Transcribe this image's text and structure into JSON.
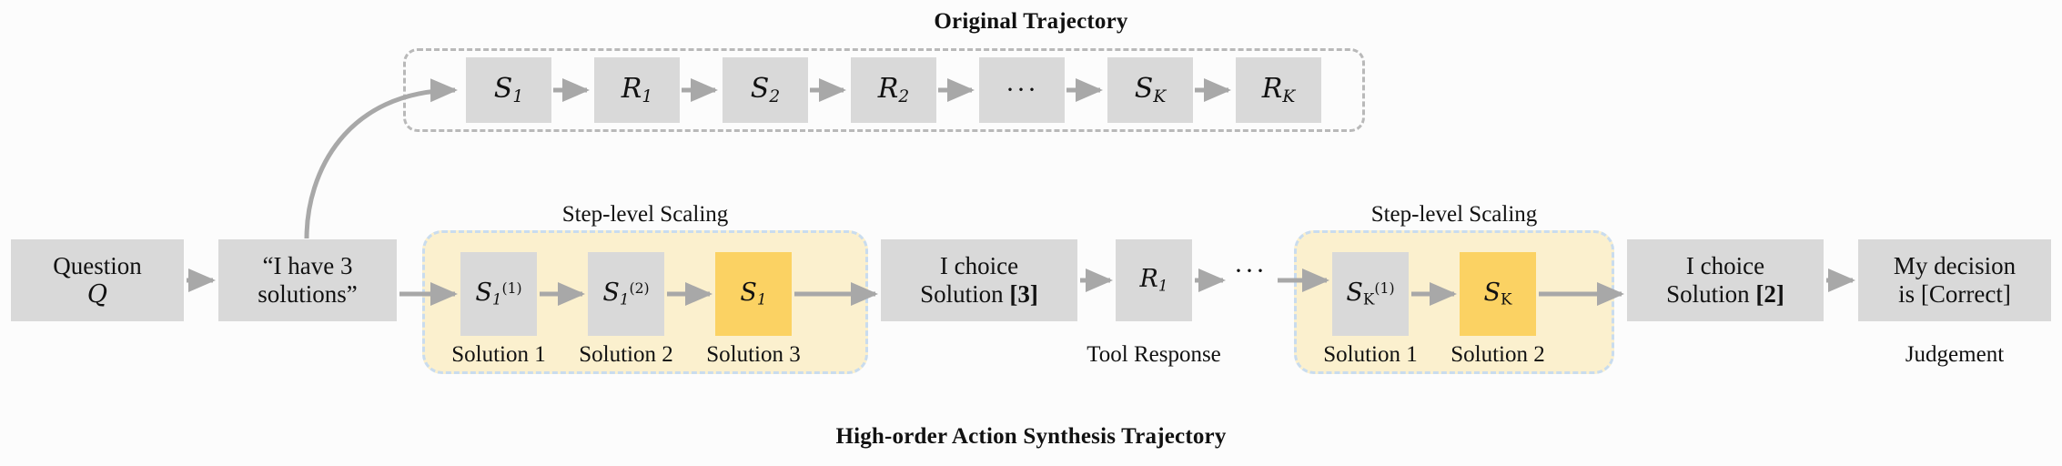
{
  "figure": {
    "top_title": "Original Trajectory",
    "bottom_title": "High-order Action Synthesis Trajectory"
  },
  "original_trajectory": {
    "nodes": [
      {
        "name": "S1",
        "base": "S",
        "sub": "1",
        "sup": ""
      },
      {
        "name": "R1",
        "base": "R",
        "sub": "1",
        "sup": ""
      },
      {
        "name": "S2",
        "base": "S",
        "sub": "2",
        "sup": ""
      },
      {
        "name": "R2",
        "base": "R",
        "sub": "2",
        "sup": ""
      },
      {
        "name": "ellipsis",
        "base": "···",
        "sub": "",
        "sup": ""
      },
      {
        "name": "SK",
        "base": "S",
        "sub": "K",
        "sup": ""
      },
      {
        "name": "RK",
        "base": "R",
        "sub": "K",
        "sup": ""
      }
    ]
  },
  "synthesis_trajectory": {
    "question": {
      "line1": "Question",
      "line2": "Q"
    },
    "quote": {
      "line1": "“I have 3",
      "line2": "solutions”"
    },
    "group1": {
      "heading": "Step-level Scaling",
      "steps": [
        {
          "base": "S",
          "sub": "1",
          "sup": "(1)",
          "highlight": false,
          "caption": "Solution 1"
        },
        {
          "base": "S",
          "sub": "1",
          "sup": "(2)",
          "highlight": false,
          "caption": "Solution 2"
        },
        {
          "base": "S",
          "sub": "1",
          "sup": "",
          "highlight": true,
          "caption": "Solution 3"
        }
      ]
    },
    "choice1": {
      "line1": "I choice",
      "line2": "Solution ",
      "bold": "[3]"
    },
    "tool_response": {
      "base": "R",
      "sub": "1",
      "caption": "Tool Response"
    },
    "mid_ellipsis": "···",
    "group2": {
      "heading": "Step-level Scaling",
      "steps": [
        {
          "base": "S",
          "sub": "K",
          "sup": "(1)",
          "highlight": false,
          "caption": "Solution 1"
        },
        {
          "base": "S",
          "sub": "K",
          "sup": "",
          "highlight": true,
          "caption": "Solution 2"
        }
      ]
    },
    "choice2": {
      "line1": "I choice",
      "line2": "Solution ",
      "bold": "[2]"
    },
    "judgement": {
      "line1": "My decision",
      "line2": "is  [Correct]",
      "caption": "Judgement"
    }
  },
  "colors": {
    "box_gray": "#d9d9d9",
    "box_amber": "#fbd263",
    "group_bg": "#fbf0ce",
    "group_border": "#c9dcee",
    "dashed_gray": "#b9b9b9",
    "arrow": "#a8a8a8",
    "background": "#fcfcfc"
  }
}
